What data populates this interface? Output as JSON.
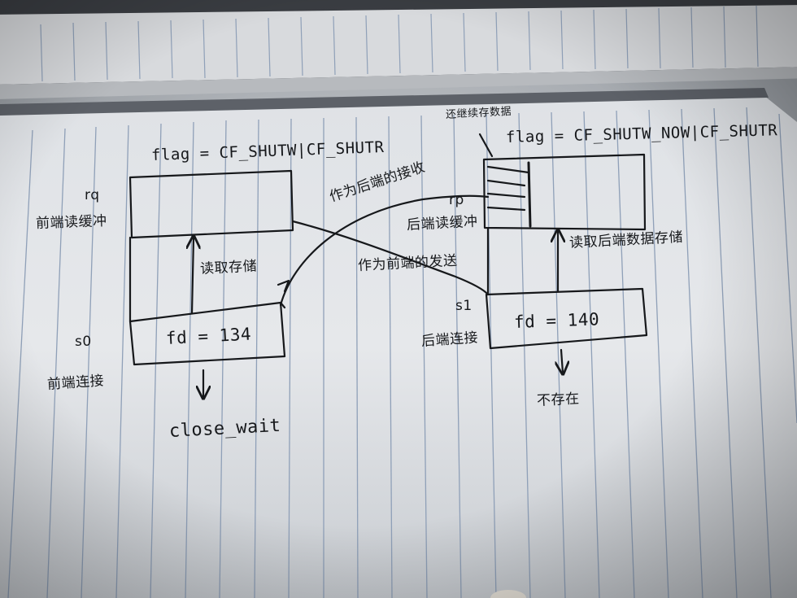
{
  "notes": {
    "left_top_formula": "flag = CF_SHUTW|CF_SHUTR",
    "right_top_formula": "flag = CF_SHUTW_NOW|CF_SHUTR",
    "right_top_small_note": "还继续存数据",
    "label_rq": "rq",
    "label_rq_cn": "前端读缓冲",
    "label_s0": "s0",
    "label_s0_cn": "前端连接",
    "fd_s0": "fd = 134",
    "close_wait": "close_wait",
    "label_read_store": "读取存储",
    "label_as_backend_sending": "作为前端的发送",
    "label_as_frontend_sending": "作为后端的接收",
    "label_rp": "rp",
    "label_rp_cn": "后端读缓冲",
    "label_s1": "s1",
    "label_s1_cn": "后端连接",
    "fd_s1": "fd = 140",
    "not_exist": "不存在",
    "label_read_backend": "读取后端数据存储"
  },
  "colors": {
    "paper": "#e9ebee",
    "rule_line": "#8fa0b8",
    "ink": "#16181b",
    "background": "#2f3237"
  }
}
